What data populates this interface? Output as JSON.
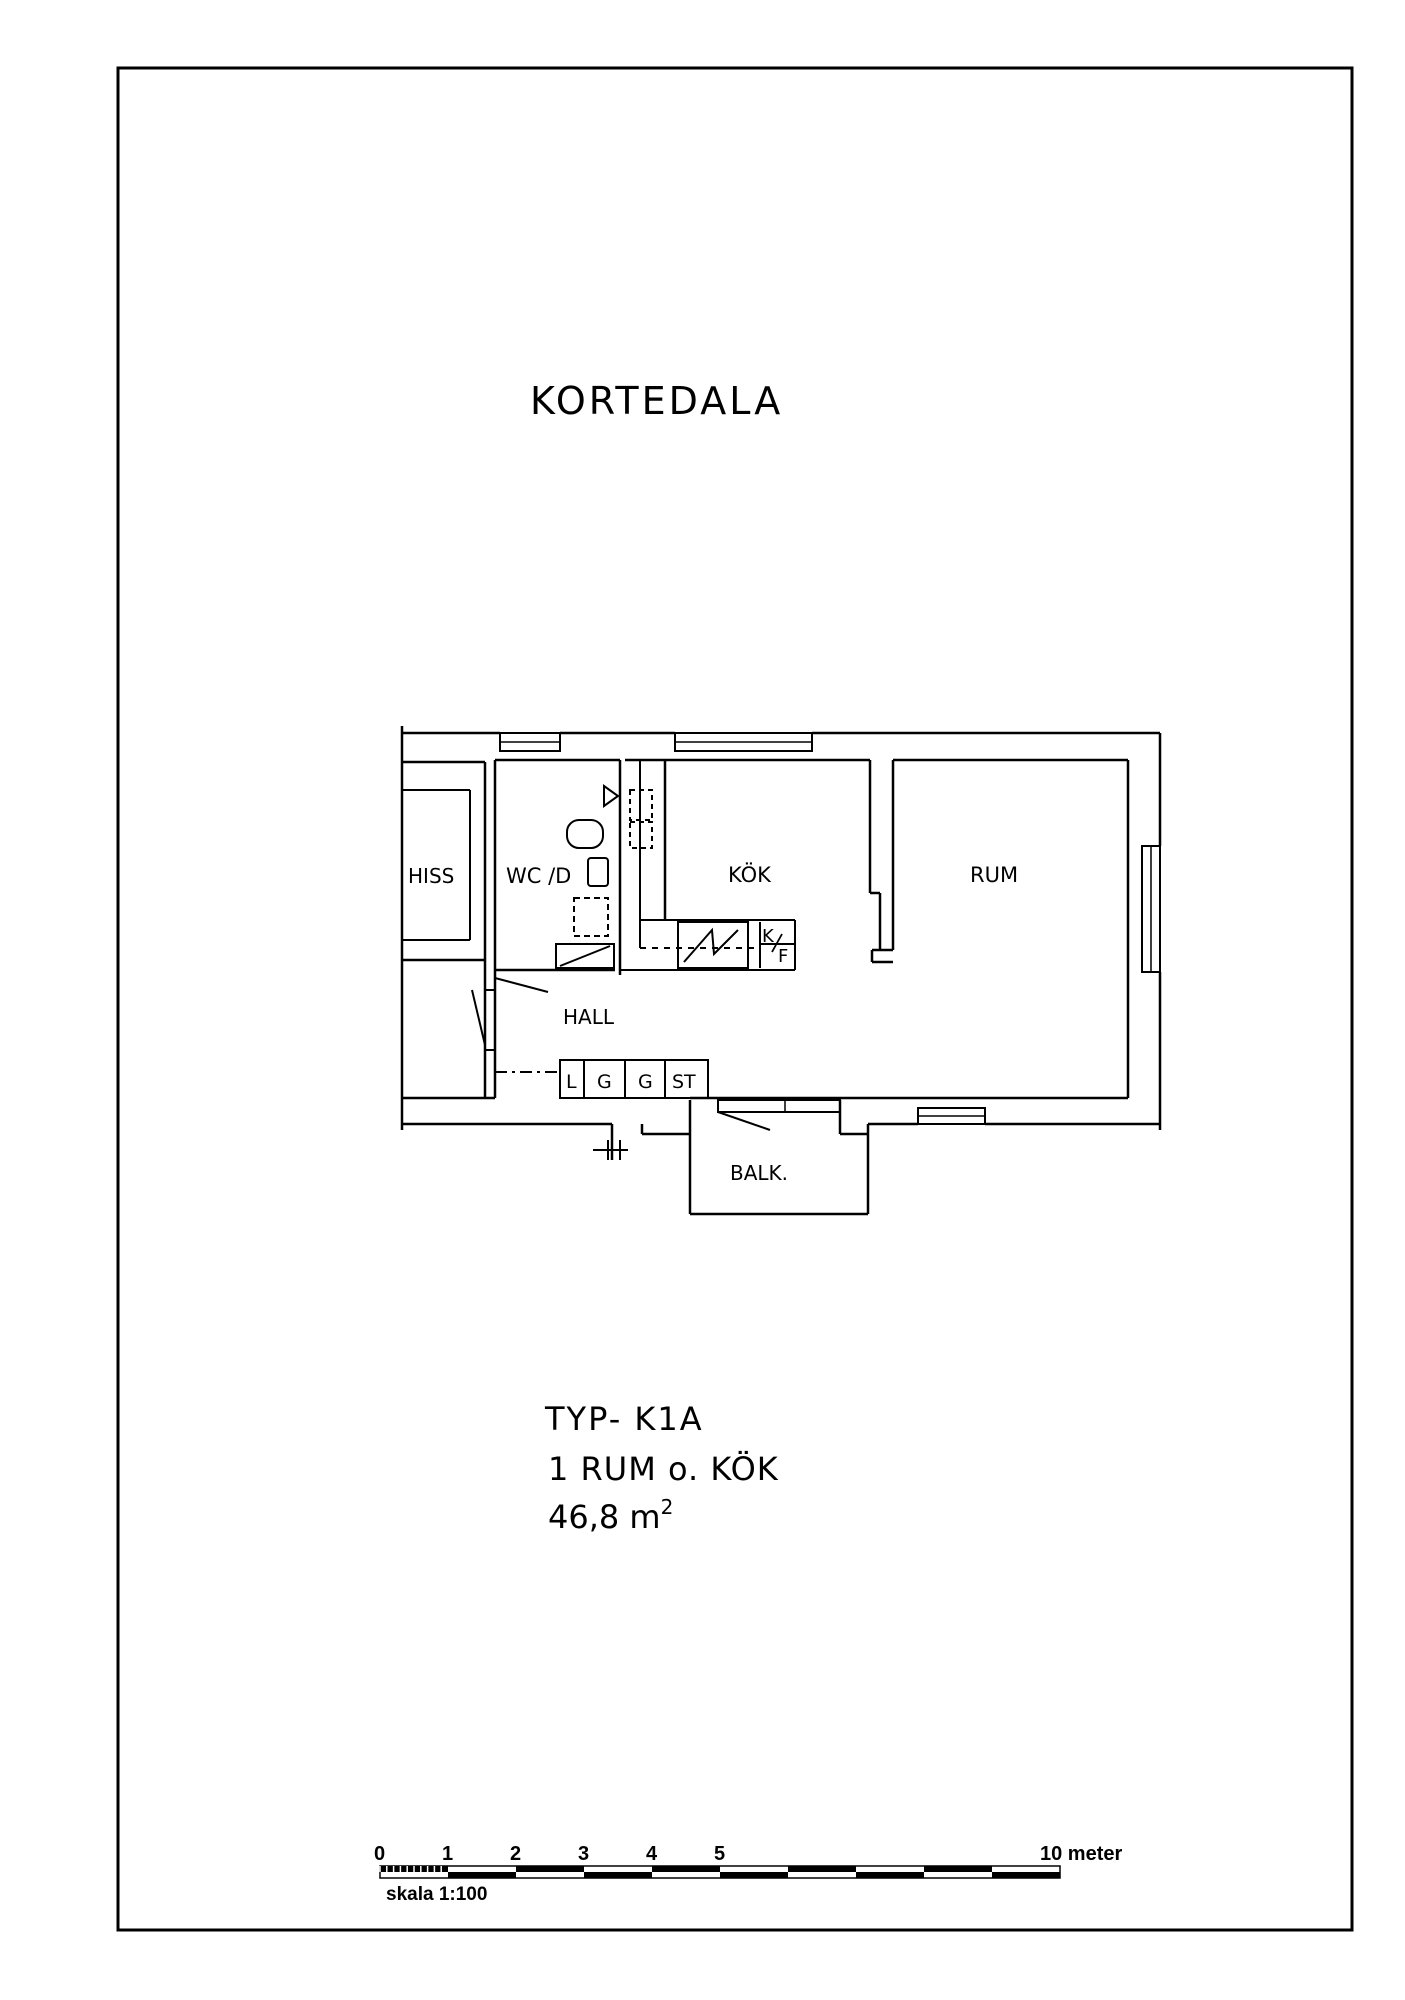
{
  "title": "KORTEDALA",
  "rooms": {
    "hiss": "HISS",
    "wc": "WC /D",
    "kok": "KÖK",
    "rum": "RUM",
    "hall": "HALL",
    "balk": "BALK."
  },
  "fixtures": {
    "kf_k": "K",
    "kf_f": "F",
    "storage": [
      "L",
      "G",
      "G",
      "ST"
    ]
  },
  "info": {
    "type": "TYP- K1A",
    "rooms": "1 RUM o. KÖK",
    "area_value": "46,8 m",
    "area_exp": "2"
  },
  "scale": {
    "ticks": [
      "0",
      "1",
      "2",
      "3",
      "4",
      "5"
    ],
    "end_label": "10 meter",
    "caption": "skala 1:100"
  }
}
